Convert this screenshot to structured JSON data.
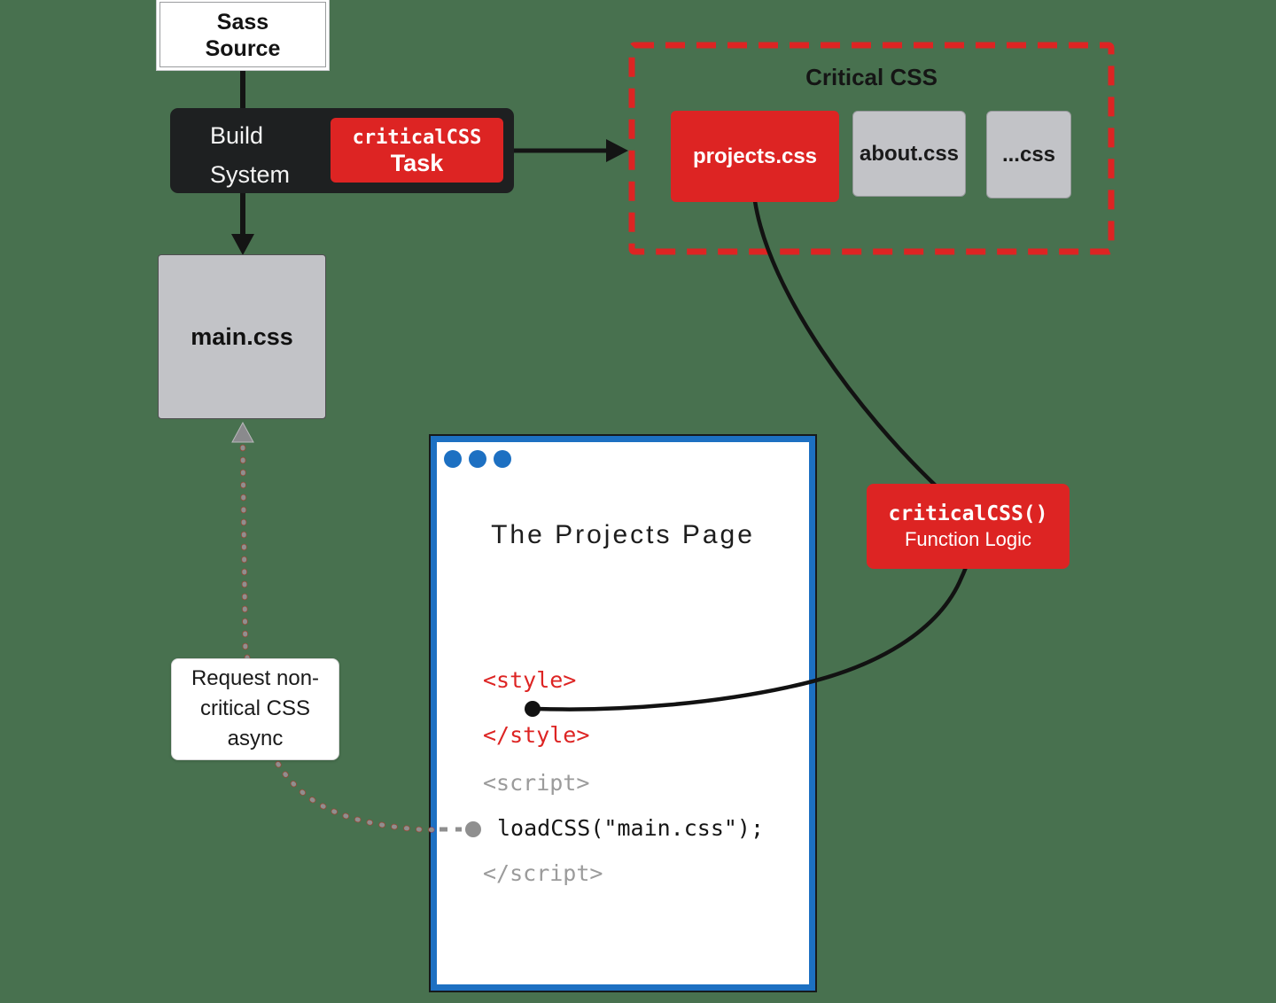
{
  "colors": {
    "background": "#48714F",
    "accent_red": "#DD2423",
    "dark_box": "#1E2021",
    "gray_box": "#C2C3C7",
    "browser_blue": "#1D70C2",
    "code_gray": "#9B9B9B",
    "code_red": "#DD2423"
  },
  "sass_source": {
    "lines": [
      "Sass",
      "Source"
    ]
  },
  "build_system": {
    "lines": [
      "Build",
      "System"
    ],
    "task_button": {
      "lines": [
        "criticalCSS",
        "Task"
      ]
    }
  },
  "critical_css_panel": {
    "title": "Critical CSS",
    "files": [
      "projects.css",
      "about.css",
      "...css"
    ]
  },
  "main_css_box": {
    "label": "main.css"
  },
  "request_box": {
    "lines": [
      "Request non-",
      "critical CSS",
      "async"
    ]
  },
  "function_logic_box": {
    "lines": [
      "criticalCSS()",
      "Function Logic"
    ]
  },
  "browser": {
    "title": "The Projects Page",
    "code": [
      "<style>",
      "</style>",
      "<script>",
      "loadCSS(\"main.css\");",
      "</script>"
    ]
  },
  "icons": {
    "window_dot": "filled-circle",
    "arrow_down": "black-triangle-down",
    "arrow_right": "black-triangle-right",
    "arrow_up_gray": "gray-triangle-up",
    "connector_dot_black": "filled-circle",
    "connector_dot_gray": "filled-circle"
  }
}
